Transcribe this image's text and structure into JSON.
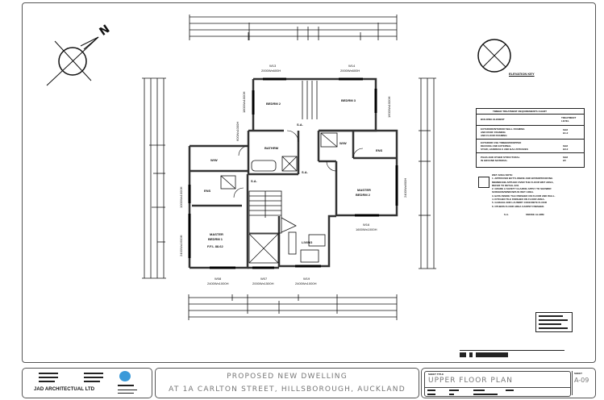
{
  "drawing": {
    "north_label": "N",
    "elevation_key_label": "ELEVATION KEY",
    "rooms": [
      {
        "id": "bedrm2",
        "label": "BEDRM 2"
      },
      {
        "id": "bedrm3",
        "label": "BEDRM 3"
      },
      {
        "id": "bathrm",
        "label": "BATHRM"
      },
      {
        "id": "ww_left",
        "label": "W/W"
      },
      {
        "id": "ens_left",
        "label": "ENS"
      },
      {
        "id": "master1_l1",
        "label": "MASTER"
      },
      {
        "id": "master1_l2",
        "label": "BEDRM 1"
      },
      {
        "id": "ffl",
        "label": "F.F.L 88.62"
      },
      {
        "id": "ww_right",
        "label": "W/W"
      },
      {
        "id": "ens_right",
        "label": "ENS"
      },
      {
        "id": "master2_l1",
        "label": "MASTER"
      },
      {
        "id": "master2_l2",
        "label": "BEDRM 2"
      },
      {
        "id": "living",
        "label": "LIVING"
      }
    ],
    "windows": [
      {
        "id": "W13",
        "name": "W13",
        "size": "2000Wx600H"
      },
      {
        "id": "W14",
        "name": "W14",
        "size": "2000Wx600H"
      },
      {
        "id": "W12",
        "name": "W12",
        "size": "1800Wx1000H"
      },
      {
        "id": "W11",
        "name": "W11",
        "size": "600Wx1000H"
      },
      {
        "id": "W15",
        "name": "W15",
        "size": "1600Wx1000H"
      },
      {
        "id": "W10",
        "name": "W10",
        "size": "1000Wx1000H"
      },
      {
        "id": "W09",
        "name": "W09",
        "size": "2400Wx1600H"
      },
      {
        "id": "W17",
        "name": "W17",
        "size": "2400Wx600H"
      },
      {
        "id": "W16",
        "name": "W16",
        "size": "1600Wx1000H"
      },
      {
        "id": "W08",
        "name": "W08",
        "size": "2400Wx1000H"
      },
      {
        "id": "W07",
        "name": "W07",
        "size": "2000Wx1500H"
      },
      {
        "id": "W19",
        "name": "W19",
        "size": "2400Wx1000H"
      }
    ],
    "smoke_alarm_label": "S.A."
  },
  "timber_chart": {
    "title": "TIMBER TREATMENT REQUIREMENTS CHART",
    "header": {
      "element": "BUILDING ELEMENT",
      "level": "TREATMENT LEVEL"
    },
    "rows": [
      {
        "element": [
          "EXTERIOR/INTERIOR WALL FRAMING",
          "AND ROOF FRAMING",
          "AND FLOOR FRAMING"
        ],
        "level": [
          "SG8",
          "H1.2"
        ]
      },
      {
        "element": [
          "EXTERIOR USE TIMBER/DROPPED",
          "DECKING AND EXTERNAL",
          "STAIR, HANDRAILS AND BALUSTRADES"
        ],
        "level": [
          "SG8",
          "H3.2"
        ]
      },
      {
        "element": [
          "PILES AND OTHER STRUCTURAL",
          "IN GROUND MATERIAL"
        ],
        "level": [
          "SG8",
          "H5"
        ]
      }
    ]
  },
  "wet_area_notes": {
    "title": "WET AREA NOTE:",
    "lines": [
      "1.  APPROVED BUTYL/FIBRE AND WATERPROOFING",
      "    MEMBRANE APPLIED OVER THE FLOOR WET AREA,",
      "    REFER TO DETAIL A/01",
      "2.  GRADE A SAFETY GLAZING APPLY TO SHOWER",
      "    SCREENS/WINDOWS IN WET AREA.",
      "3.  BATH INSIDE TILE FINISHED ON FLOOR AND WALL.",
      "4.  KITCHEN TILE FINISHED ON FLOOR AREA.",
      "5.  GARAGE AND LAUNDRY CONCRETE FLOOR",
      "6.  OTHERS FLOOR AREA CARPET FINISHED."
    ],
    "legend_symbol": "S.A.",
    "legend_label": "SMOKE ALARM"
  },
  "title_block": {
    "firm": "JAD ARCHITECTUAL LTD",
    "project_line1": "PROPOSED NEW DWELLING",
    "project_line2": "AT 1A CARLTON STREET, HILLSBOROUGH, AUCKLAND",
    "sheet_title_label": "SHEET TITLE",
    "sheet_title": "UPPER FLOOR PLAN",
    "sheet_no_label": "SHEET",
    "sheet_no": "A-09"
  }
}
